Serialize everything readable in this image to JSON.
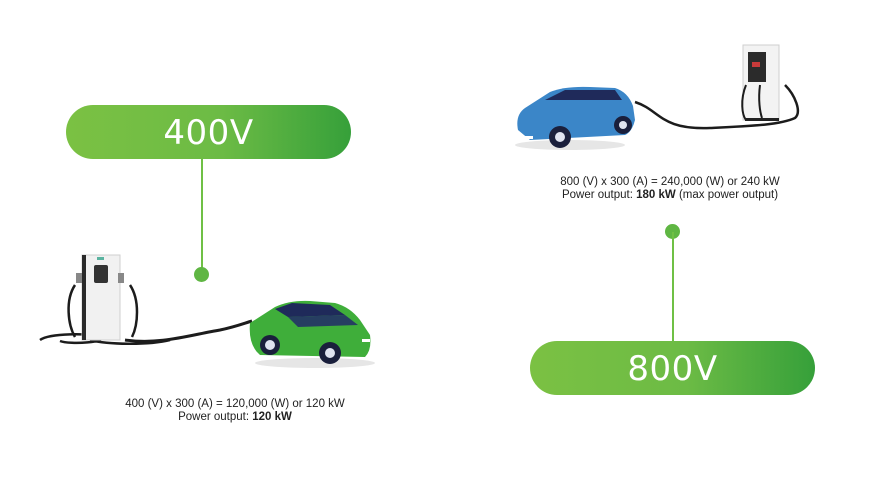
{
  "left_panel": {
    "voltage_label": "400V",
    "formula": "400 (V) x 300 (A) = 120,000  (W) or 120 kW",
    "power_output_label": "Power output: ",
    "power_output_value": "120 kW",
    "power_output_note": "",
    "illustration": {
      "charger": "dc-charger-icon",
      "car": "green-ev-car-icon",
      "car_color": "#3fae3a"
    }
  },
  "right_panel": {
    "voltage_label": "800V",
    "formula": "800 (V) x 300 (A) = 240,000  (W) or 240 kW",
    "power_output_label": "Power output: ",
    "power_output_value": "180 kW",
    "power_output_note": " (max power output)",
    "illustration": {
      "charger": "dc-charger-icon",
      "car": "blue-ev-car-icon",
      "car_color": "#3b86c8"
    }
  },
  "colors": {
    "pill_start": "#7bc143",
    "pill_end": "#36a03a",
    "connector": "#6fc045",
    "text": "#222222"
  }
}
